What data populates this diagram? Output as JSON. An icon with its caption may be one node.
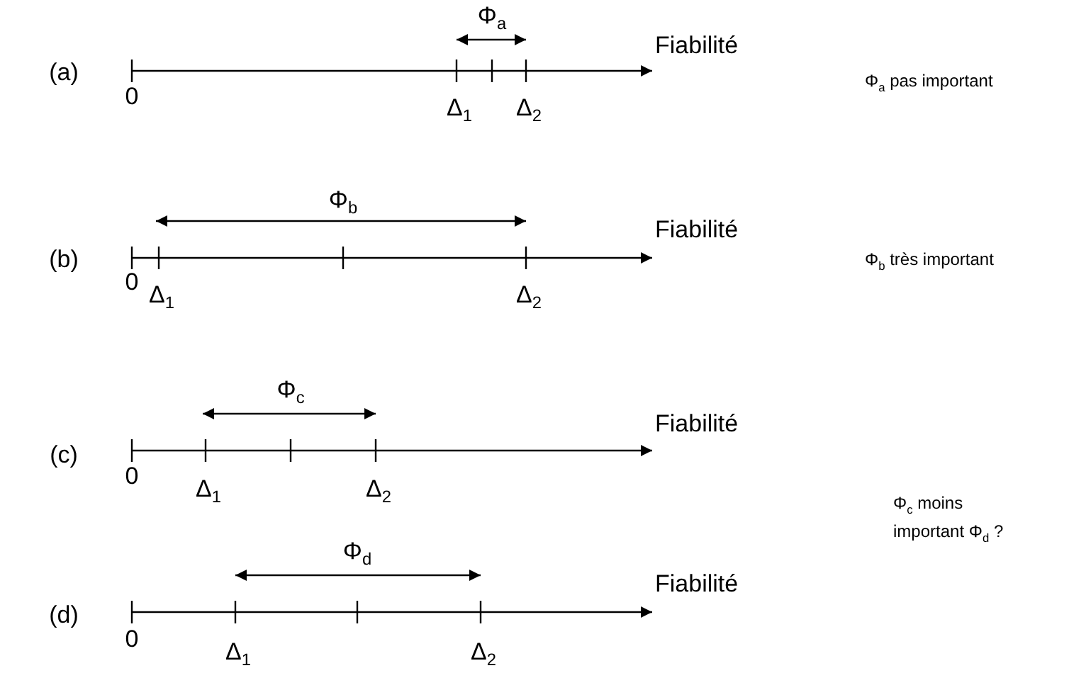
{
  "diagram": {
    "labels": [
      "Φ$_{a}$",
      "Fiabilité",
      "(a)",
      "Φ$_{a}$ pas important",
      "0",
      "Δ$_{1}$",
      "Δ$_{2}$",
      "Φ$_{b}$",
      "Fiabilité",
      "(b)",
      "Φ$_{b}$ très important",
      "0",
      "Δ$_{1}$",
      "Δ$_{2}$",
      "Φ$_{c}$",
      "Fiabilité",
      "(c)",
      "0",
      "Δ$_{1}$",
      "Δ$_{2}$",
      "Φ$_{c}$ moins important Φ$_{d}$ ?",
      "Φ$_{d}$",
      "Fiabilité",
      "(d)",
      "0",
      "Δ$_{1}$",
      "Δ$_{2}$"
    ]
  }
}
